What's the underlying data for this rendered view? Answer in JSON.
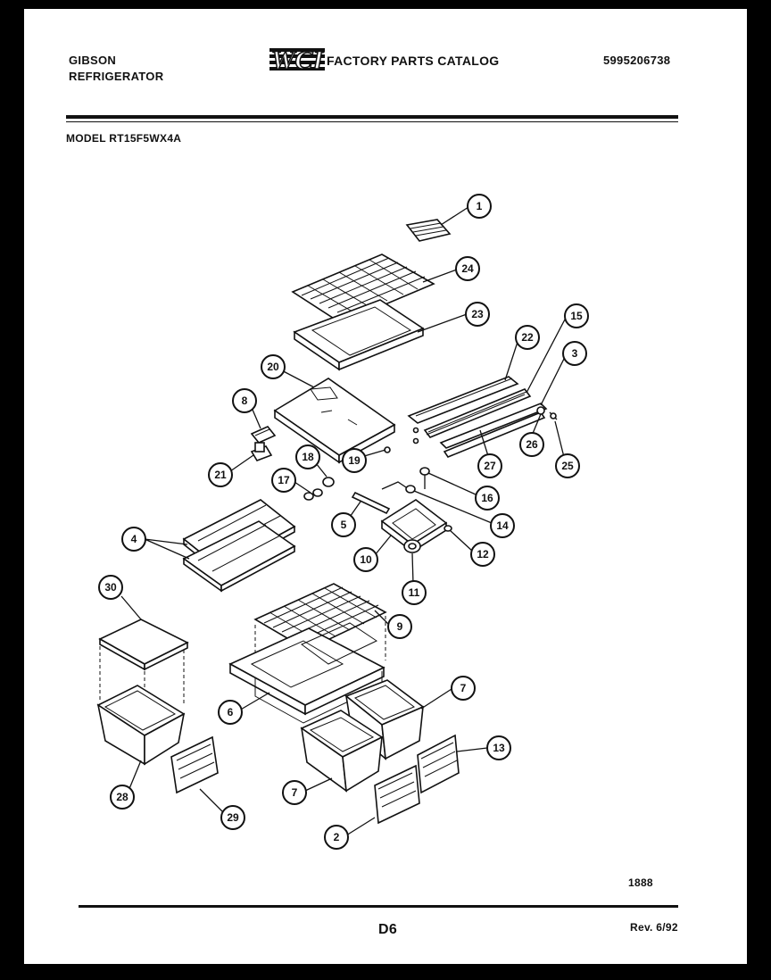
{
  "header": {
    "brand_line1": "GIBSON",
    "brand_line2": "REFRIGERATOR",
    "logo_text": "WCI",
    "catalog_title": "FACTORY PARTS CATALOG",
    "catalog_number": "5995206738"
  },
  "model_label": "MODEL RT15F5WX4A",
  "footer": {
    "year": "1888",
    "page": "D6",
    "revision": "Rev. 6/92"
  },
  "callouts": [
    "1",
    "24",
    "23",
    "22",
    "15",
    "3",
    "20",
    "8",
    "21",
    "18",
    "17",
    "19",
    "26",
    "25",
    "27",
    "16",
    "14",
    "5",
    "10",
    "12",
    "11",
    "4",
    "9",
    "30",
    "7",
    "6",
    "13",
    "28",
    "29",
    "2"
  ]
}
